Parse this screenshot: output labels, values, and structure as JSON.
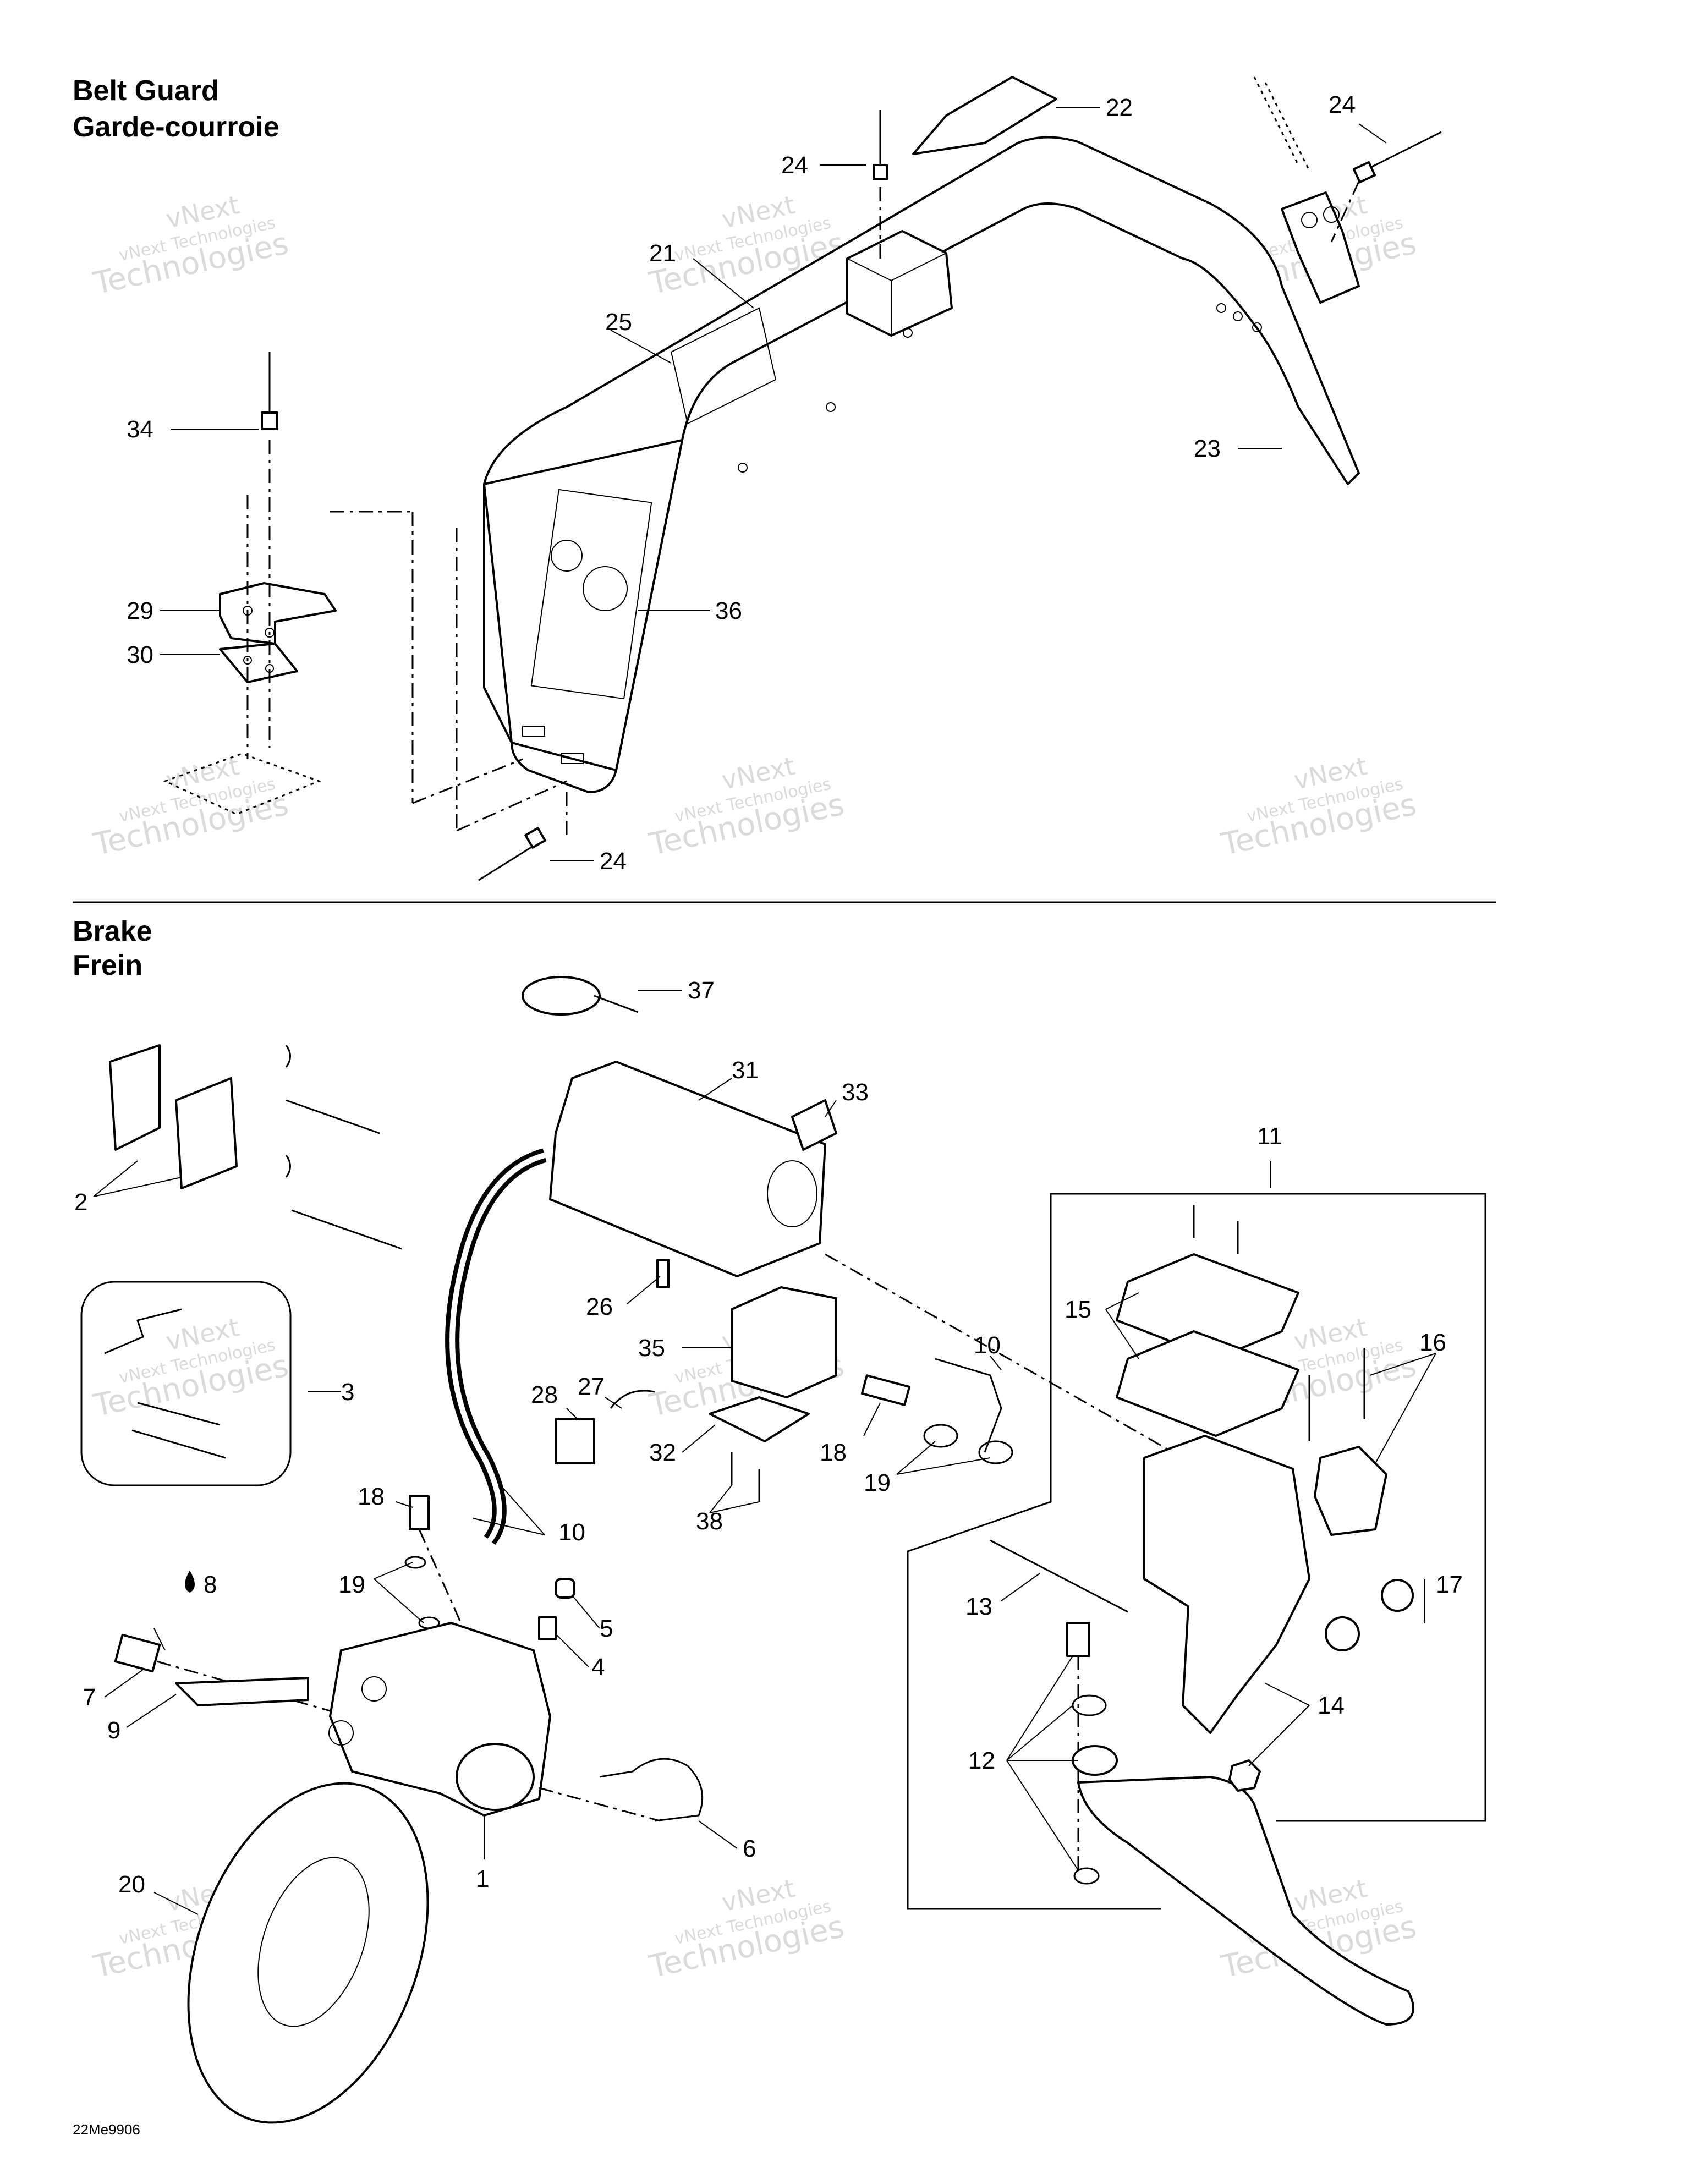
{
  "sections": {
    "belt_guard": {
      "title_en": "Belt Guard",
      "title_fr": "Garde-courroie"
    },
    "brake": {
      "title_en": "Brake",
      "title_fr": "Frein"
    }
  },
  "callouts": {
    "c22": "22",
    "c24a": "24",
    "c24b": "24",
    "c24c": "24",
    "c21": "21",
    "c25": "25",
    "c34": "34",
    "c23": "23",
    "c29": "29",
    "c36": "36",
    "c30": "30",
    "c37": "37",
    "c31": "31",
    "c33": "33",
    "c11": "11",
    "c2": "2",
    "c26": "26",
    "c15": "15",
    "c16": "16",
    "c35": "35",
    "c10a": "10",
    "c28": "28",
    "c27": "27",
    "c3": "3",
    "c32": "32",
    "c18a": "18",
    "c19a": "19",
    "c38": "38",
    "c18b": "18",
    "c10b": "10",
    "c13": "13",
    "c17": "17",
    "c19b": "19",
    "c8": "8",
    "c5": "5",
    "c4": "4",
    "c7": "7",
    "c14": "14",
    "c9": "9",
    "c12": "12",
    "c6": "6",
    "c1": "1",
    "c20": "20"
  },
  "drawing_code": "22Me9906",
  "watermark": {
    "line1": "vNext",
    "line2": "vNext Technologies",
    "line3": "Technologies"
  },
  "colors": {
    "line": "#000000",
    "watermark": "#bdbdbd",
    "background": "#ffffff"
  }
}
